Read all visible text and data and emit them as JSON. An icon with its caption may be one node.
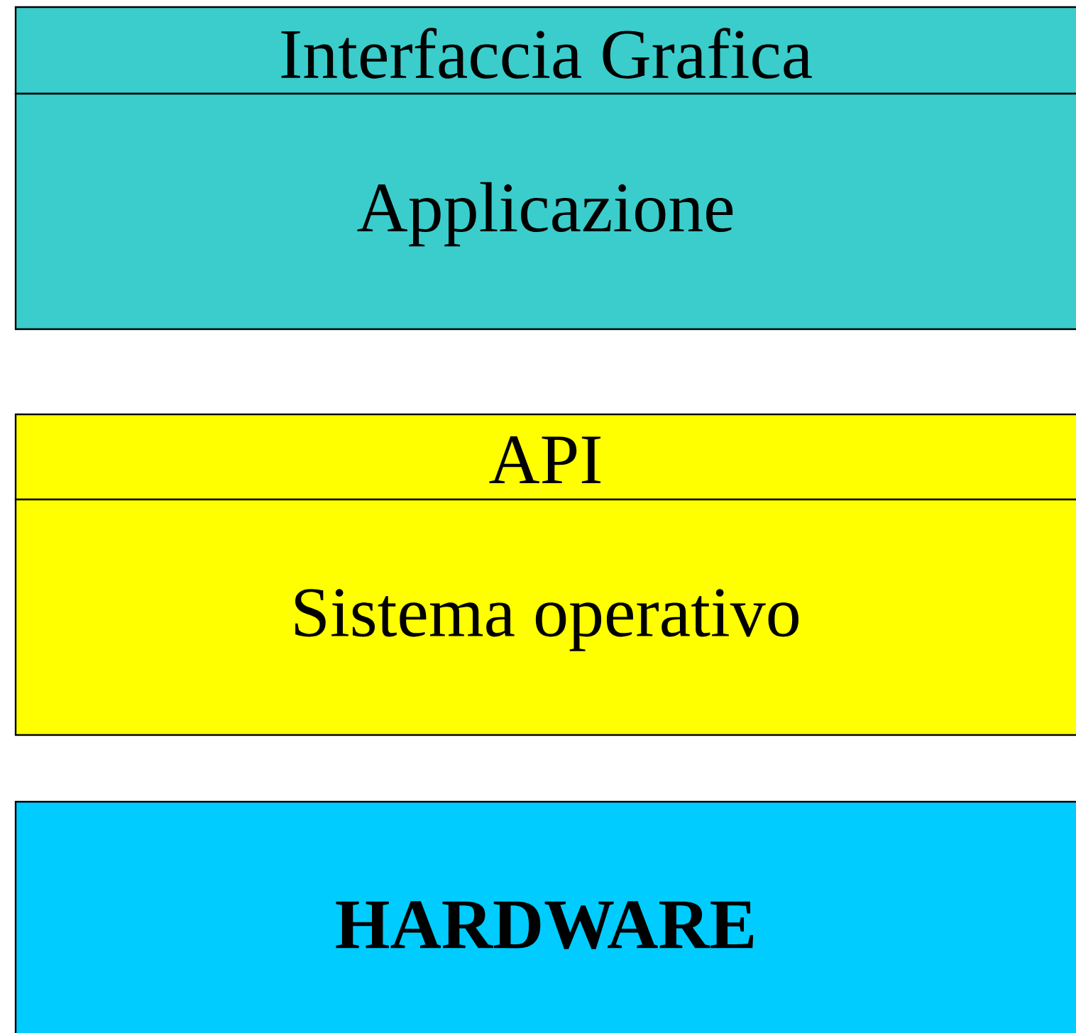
{
  "diagram": {
    "nodes": [
      {
        "text": [
          "Interfaccia Grafica"
        ]
      },
      {
        "text": [
          "Applicazione"
        ]
      },
      {
        "text": [
          "API"
        ]
      },
      {
        "text": [
          "Sistema operativo"
        ]
      },
      {
        "text": [
          "HARDWARE"
        ]
      }
    ]
  }
}
